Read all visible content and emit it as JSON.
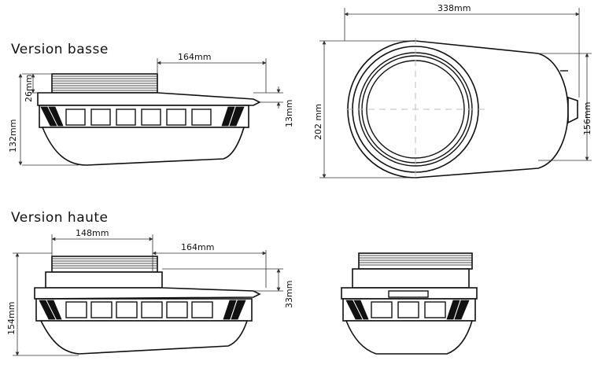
{
  "titles": {
    "low": "Version basse",
    "high": "Version haute"
  },
  "dimensions": {
    "low_top_width": "164mm",
    "low_thread": "26mm",
    "low_height": "132mm",
    "low_step": "13mm",
    "top_length": "338mm",
    "top_width": "202 mm",
    "top_small_width": "156mm",
    "high_thread_width": "148mm",
    "high_top_width": "164mm",
    "high_height": "154mm",
    "high_step": "33mm"
  }
}
